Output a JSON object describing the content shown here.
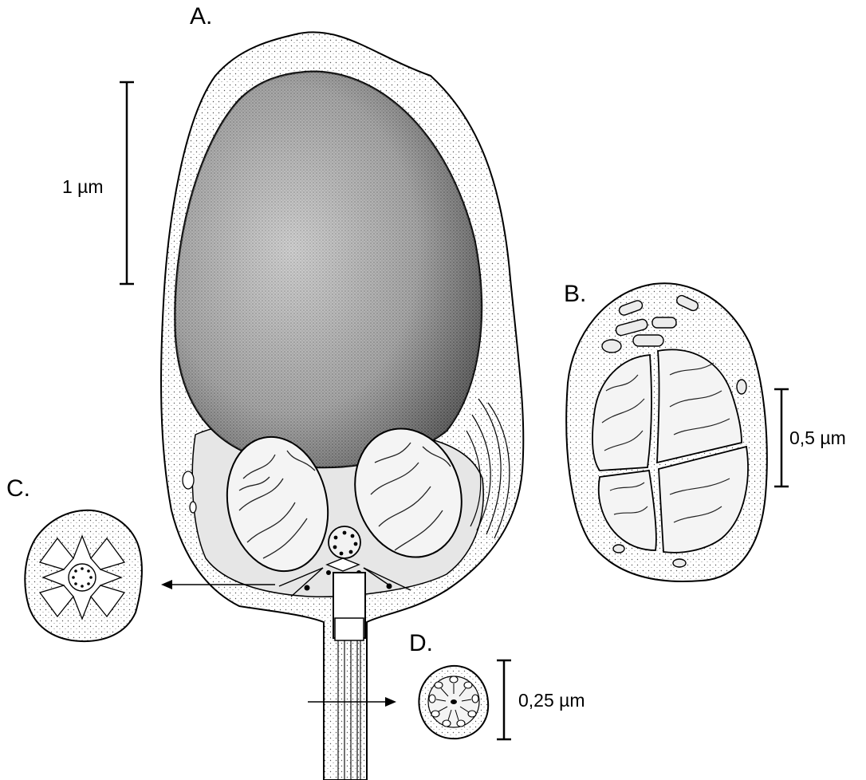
{
  "panels": {
    "a": "A.",
    "b": "B.",
    "c": "C.",
    "d": "D."
  },
  "scale_bars": {
    "a": "1 µm",
    "b": "0,5 µm",
    "d": "0,25 µm"
  },
  "colors": {
    "ink": "#000000",
    "paper": "#ffffff",
    "cytoplasm_stipple": "#d6d6d6",
    "nucleus_light": "#cfcfcf",
    "nucleus_dark": "#1a1a1a"
  }
}
